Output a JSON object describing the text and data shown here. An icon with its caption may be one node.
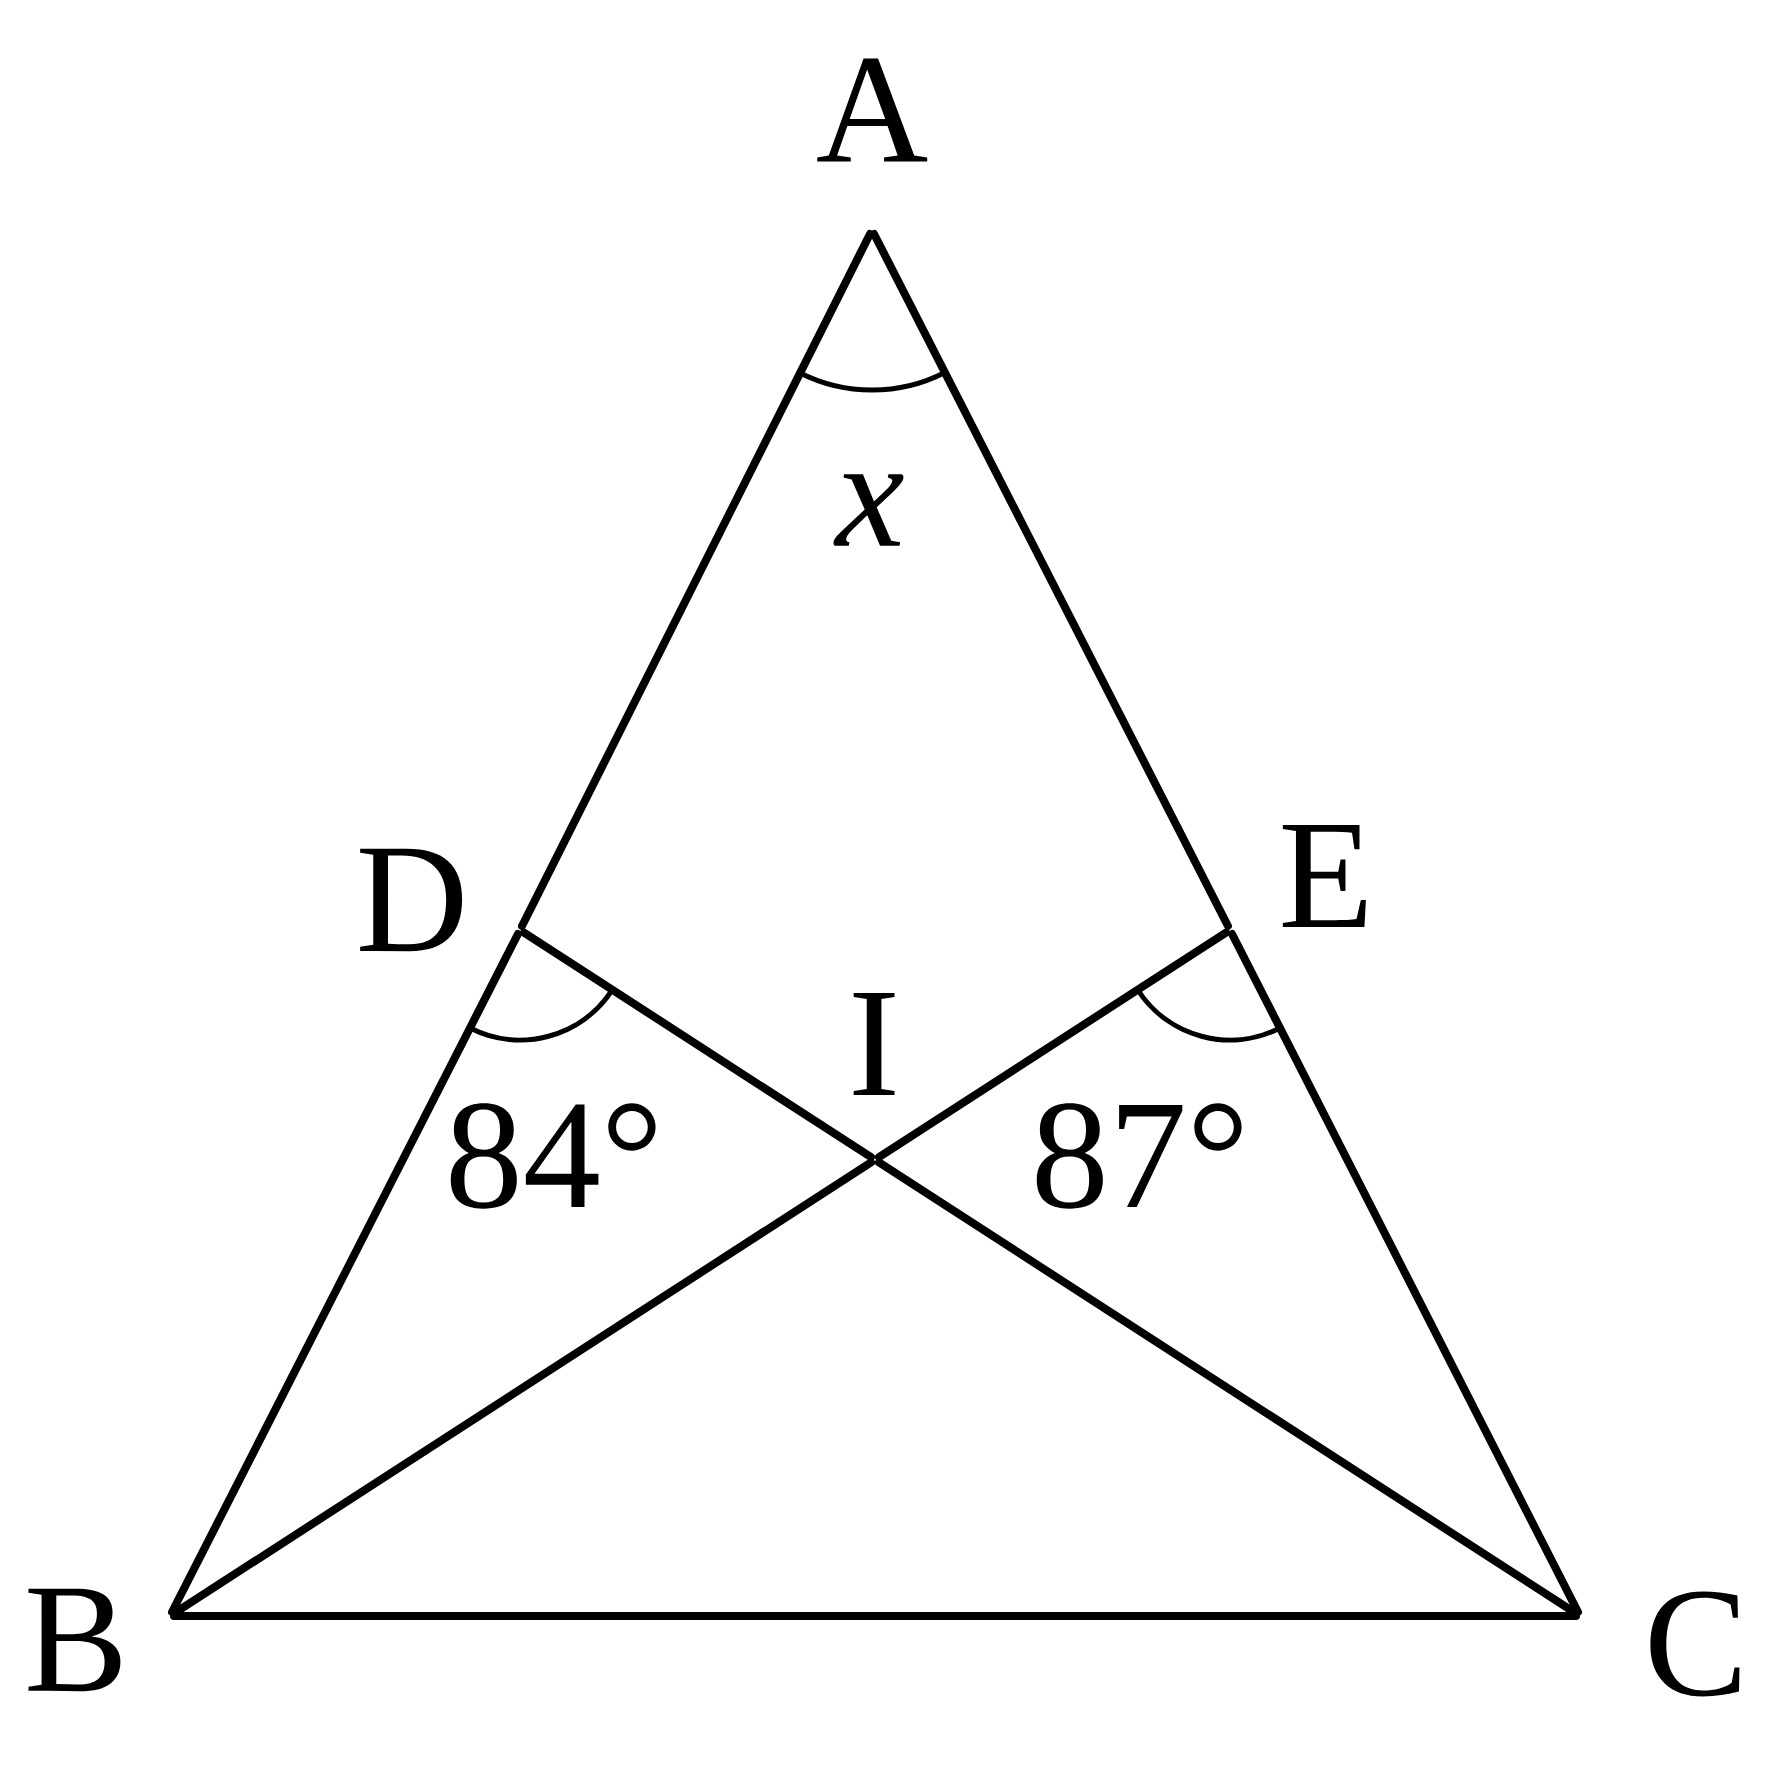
{
  "diagram": {
    "nodes": [
      {
        "text": [
          "A"
        ]
      },
      {
        "text": [
          "B"
        ]
      },
      {
        "text": [
          "C"
        ]
      },
      {
        "text": [
          "D"
        ]
      },
      {
        "text": [
          "E"
        ]
      },
      {
        "text": [
          "I"
        ]
      }
    ],
    "edges": [
      {
        "from": 0,
        "to": 3,
        "arrow": "none"
      },
      {
        "from": 3,
        "to": 1,
        "arrow": "none"
      },
      {
        "from": 0,
        "to": 4,
        "arrow": "none"
      },
      {
        "from": 4,
        "to": 2,
        "arrow": "none"
      },
      {
        "from": 1,
        "to": 2,
        "arrow": "none"
      },
      {
        "from": 1,
        "to": 5,
        "arrow": "none"
      },
      {
        "from": 5,
        "to": 4,
        "arrow": "none"
      },
      {
        "from": 2,
        "to": 5,
        "arrow": "none"
      },
      {
        "from": 5,
        "to": 3,
        "arrow": "none"
      }
    ],
    "labels": [
      "x",
      "84°",
      "87°"
    ]
  }
}
